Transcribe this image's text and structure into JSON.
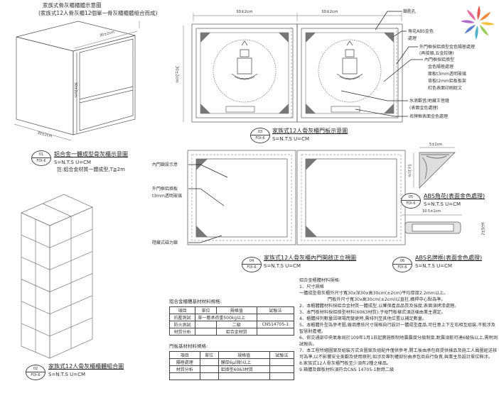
{
  "header": {
    "title": "家族式骨灰櫃櫃體示意圖",
    "subtitle": "(家族式12人骨灰櫃12個單一骨灰櫃櫃體組合而成)"
  },
  "drawing_01": {
    "tag_num": "01",
    "tag_sheet": "FDI-6",
    "title": "鋁合金一體成型骨灰櫃示意圖",
    "scale": "S=N.T.S U=CM",
    "note": "註:鋁合金材質一體成型,T≧2m",
    "dim_depth": "30±2cm",
    "dim_width": "30±2cm",
    "dim_height": "30±2cm"
  },
  "drawing_02": {
    "tag_num": "02",
    "tag_sheet": "FDI-6",
    "title": "家族式12人骨灰櫃櫃體組合圖",
    "scale": "S=N.T.S U=CM"
  },
  "drawing_03": {
    "tag_num": "03",
    "tag_sheet": "FDI-6",
    "title": "家族式12人骨灰櫃門板示意圖",
    "scale": "S=N.T.S U=CM",
    "dim_left": "30±2cm",
    "dim_right": "30±2cm",
    "dim_height": "30±2cm",
    "callouts": {
      "lock": "鎖匙孔",
      "corner_1": "角花ABS金色",
      "corner_2": "處理",
      "outer_1": "外門框採鋁擠型金色陽極處理",
      "outer_2": "(再接頭,五金鉸鏈)",
      "inner_1": "內門框採鋁擠型",
      "inner_2": "金色陽極處理",
      "inner_3": "面板t3mm透明玻璃",
      "inner_4": "背板t2mm鋁板板架",
      "inner_5": "紅色表面印刷經文",
      "statue_1": "水滴觀音/地藏王菩薩",
      "statue_2": "(表面金色處理)",
      "nameplate": "名牌框表面金色處理"
    }
  },
  "drawing_04": {
    "tag_num": "04",
    "tag_sheet": "FDI-6",
    "title": "家族式12人骨灰櫃內門開啟正立視圖",
    "scale": "S=N.T.S U=CM",
    "callouts": {
      "inner_lock": "內門鎖設示意",
      "outer_1": "外門框鋁擠板",
      "outer_2": "t3mm透明玻璃",
      "magnet": "隱藏式磁力鎖"
    }
  },
  "drawing_05": {
    "tag_num": "05",
    "tag_sheet": "FDI-6",
    "title": "ABS角花(表面金色處理)",
    "scale": "S=N.T.S U=CM",
    "dim_w": "5±1cm",
    "dim_h": "5±1cm"
  },
  "drawing_06": {
    "tag_num": "06",
    "tag_sheet": "FDI-6",
    "title": "ABS名牌框(表面金色處理)",
    "scale": "S=N.T.S U=CM",
    "dim_w": "10.5±1cm",
    "dim_h": "2±1cm"
  },
  "table1": {
    "caption": "鋁合金櫃體基材材料規格:",
    "headers": [
      "項目",
      "單位",
      "規格值",
      "試驗法"
    ],
    "rows": [
      [
        "抗壓測試",
        "單一層承荷重500kg以上",
        "",
        ""
      ],
      [
        "防火測試",
        "",
        "二級",
        "CNS14705-1"
      ],
      [
        "材質分析",
        "",
        "鋁合金材質",
        ""
      ]
    ]
  },
  "table2": {
    "caption": "門板基材材料規格:",
    "headers": [
      "項目",
      "單位",
      "規格值",
      "試驗法"
    ],
    "rows": [
      [
        "陽極處理",
        "",
        "膜厚6μ(微)以上",
        ""
      ],
      [
        "材質分析",
        "",
        "鋁擠型6063材質",
        ""
      ],
      [
        "",
        "",
        "",
        ""
      ]
    ]
  },
  "notes": {
    "heading": "鋁合金櫃體材料規格:",
    "items": [
      "1、尺寸規格",
      "一體成型骨灰櫃外尺寸寬30x深30x高30cm(±2cm)平均厚度2.2mm以上。",
      "門板外尺寸寬30x高30cm(±2cm)以直柱,橫桿中心點為準。",
      "2、本櫃體體材料採鋁合金材質一體成型,以確保產品品質及強度,表面須烤漆處理。",
      "3、本門板材料採鋁擠型材料(6063材質),子母門板樣式須送樣由業主選定。",
      "4、櫃體排列數量因現場而變更時,需排列至其他位置以補足數量。",
      "5、本櫃體外型為參考圖,廠商應依尺寸規格自行設計一體成型產品,可任意上下左右相互組裝,不能涉及智慧財產權。",
      "6、依交通部中央氣象局於109年1月1日起實施新制地震震度分級制度,耐震須能可達6級強以上,需附測試報告。",
      "7、本工程所繪圖案及組裝方式含圖案及組配件僅供參考,開工後由承包商提供樣品及施工人員圖經送核可為準,以不影響安全美觀及使用原則,如涉及專利權部份由承包商自行負責,與業主及設計單位無涉。",
      "8.家族式12人骨灰櫃門板至少須有2種之樣品。",
      "9.箱體及面板材料須符合CNS 14705-1耐燃二級"
    ]
  },
  "logo": {
    "colors": [
      "#e05a4e",
      "#f08a3c",
      "#f3c13a",
      "#9ccc5a",
      "#4fb3c8",
      "#5a7fd0",
      "#b26ac9",
      "#e56aa0"
    ]
  }
}
